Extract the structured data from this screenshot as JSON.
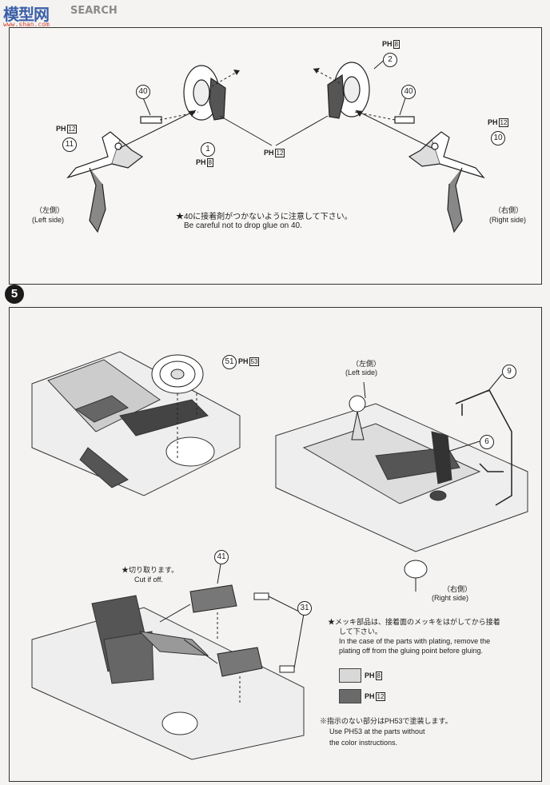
{
  "header": {
    "logo_text": "模型网",
    "logo_search": "SEARCH",
    "logo_url": "www.shan.com"
  },
  "colors": {
    "plating_light": "#d8d8d8",
    "part_dark": "#6a6a6a"
  },
  "top_panel": {
    "left_side_jp": "（左側）",
    "left_side_en": "(Left side)",
    "right_side_jp": "（右側）",
    "right_side_en": "(Right side)",
    "callouts": {
      "p40_left": "40",
      "p11": "11",
      "p1": "1",
      "p2": "2",
      "p40_right": "40",
      "p10": "10"
    },
    "refs": {
      "ph12_left": "12",
      "ph8_left": "8",
      "ph12_center": "12",
      "ph8_right": "8",
      "ph12_right": "12"
    },
    "note_jp": "★40に接着剤がつかないように注意して下さい。",
    "note_en": "Be careful not to drop glue on 40."
  },
  "step5": {
    "number": "5",
    "callouts": {
      "p51": "51",
      "p9": "9",
      "p6": "6",
      "p41": "41",
      "p31": "31"
    },
    "refs": {
      "ph53": "53"
    },
    "left_side_jp": "（左側）",
    "left_side_en": "(Left side)",
    "right_side_jp": "（右側）",
    "right_side_en": "(Right side)",
    "cut_jp": "★切り取ります。",
    "cut_en": "Cut if off.",
    "plating_note_jp_1": "★メッキ部品は、接着面のメッキをはがしてから接着",
    "plating_note_jp_2": "して下さい。",
    "plating_note_en_1": "In the case of the parts with plating, remove the",
    "plating_note_en_2": "plating off from the gluing point before gluing.",
    "legend_ref_1": "8",
    "legend_ref_2": "12",
    "color_note_jp": "※指示のない部分はPH53で塗装します。",
    "color_note_en_1": "Use PH53 at the parts without",
    "color_note_en_2": "the color instructions.",
    "ph_label": "PH"
  }
}
